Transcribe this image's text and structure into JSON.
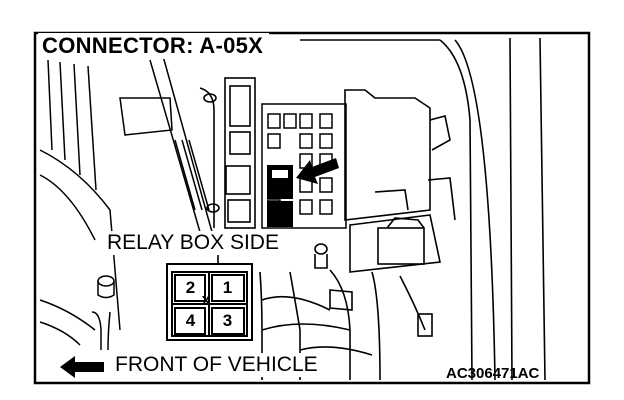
{
  "title": "CONNECTOR: A-05X",
  "relay_box_label": "RELAY BOX SIDE",
  "front_label": "FRONT OF VEHICLE",
  "figure_code": "AC306471AC",
  "connector": {
    "pins": [
      "2",
      "1",
      "4",
      "3"
    ],
    "center_mark": "X"
  },
  "icons": [
    "locator-arrow-icon",
    "front-direction-arrow-icon"
  ]
}
